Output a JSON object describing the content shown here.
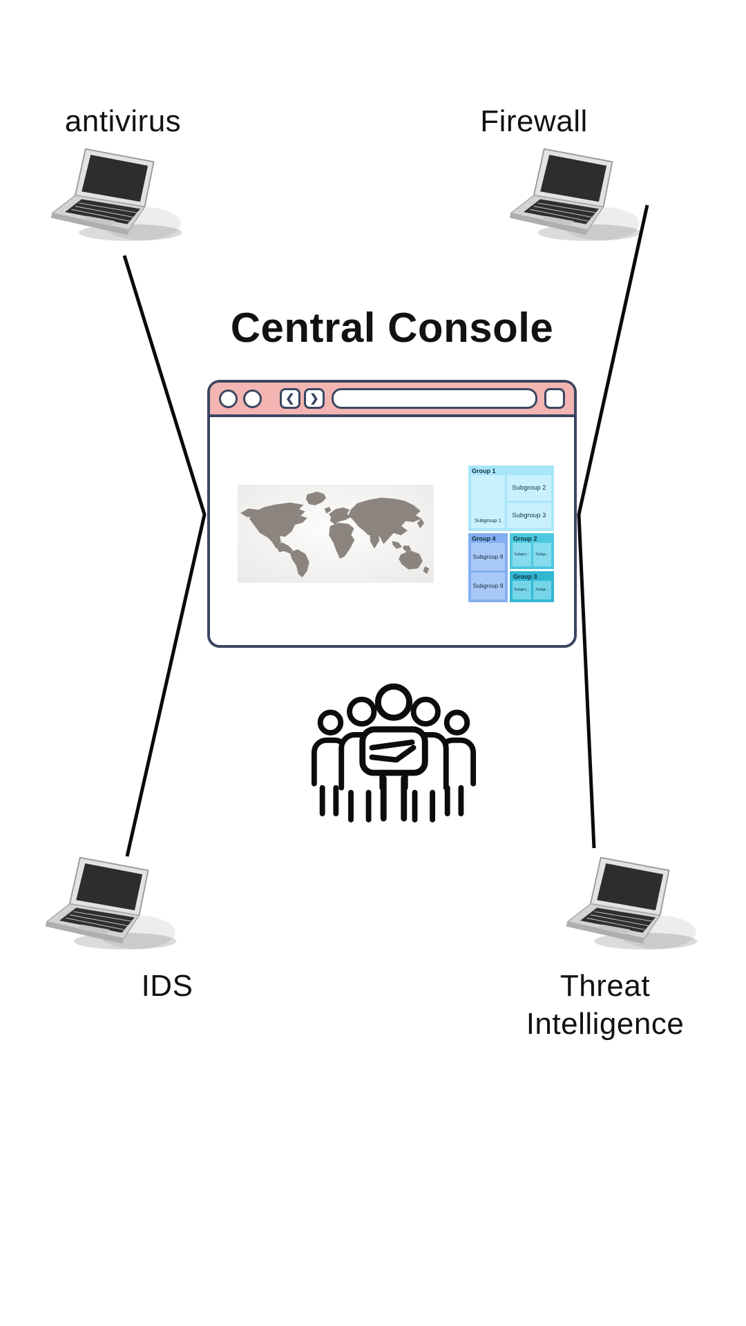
{
  "diagram": {
    "title": "Central Console",
    "nodes": [
      {
        "id": "antivirus",
        "label": "antivirus"
      },
      {
        "id": "firewall",
        "label": "Firewall"
      },
      {
        "id": "ids",
        "label": "IDS"
      },
      {
        "id": "threat-intelligence",
        "label": "Threat Intelligence"
      }
    ],
    "line_color": "#0a0a0a"
  },
  "browser": {
    "back_glyph": "❮",
    "forward_glyph": "❯",
    "address_value": "",
    "header_color": "#f2b5b1",
    "frame_color": "#3a4660"
  },
  "console_content": {
    "world_map": {
      "land_color": "#8c857f"
    },
    "treemap": {
      "text_color": "#0f2e3c",
      "groups": [
        {
          "name": "Group 1",
          "bg": "#a9e6fa",
          "cell_bg": "#c9f1fd",
          "subgroups": [
            "Subgroup 1",
            "Subgroup 2",
            "Subgroup 3"
          ]
        },
        {
          "name": "Group 4",
          "bg": "#83aeef",
          "cell_bg": "#a8c8f7",
          "subgroups": [
            "Subgroup 8",
            "Subgroup 9"
          ]
        },
        {
          "name": "Group 2",
          "bg": "#4cc8e0",
          "cell_bg": "#86dcee",
          "subgroups": [
            "Subgro...",
            "Subgr..."
          ]
        },
        {
          "name": "Group 3",
          "bg": "#32b7d3",
          "cell_bg": "#75d5e9",
          "subgroups": [
            "Subgro...",
            "Subgr..."
          ]
        }
      ]
    }
  },
  "icons": {
    "crowd": "group-of-people",
    "laptop": "laptop-computer"
  }
}
